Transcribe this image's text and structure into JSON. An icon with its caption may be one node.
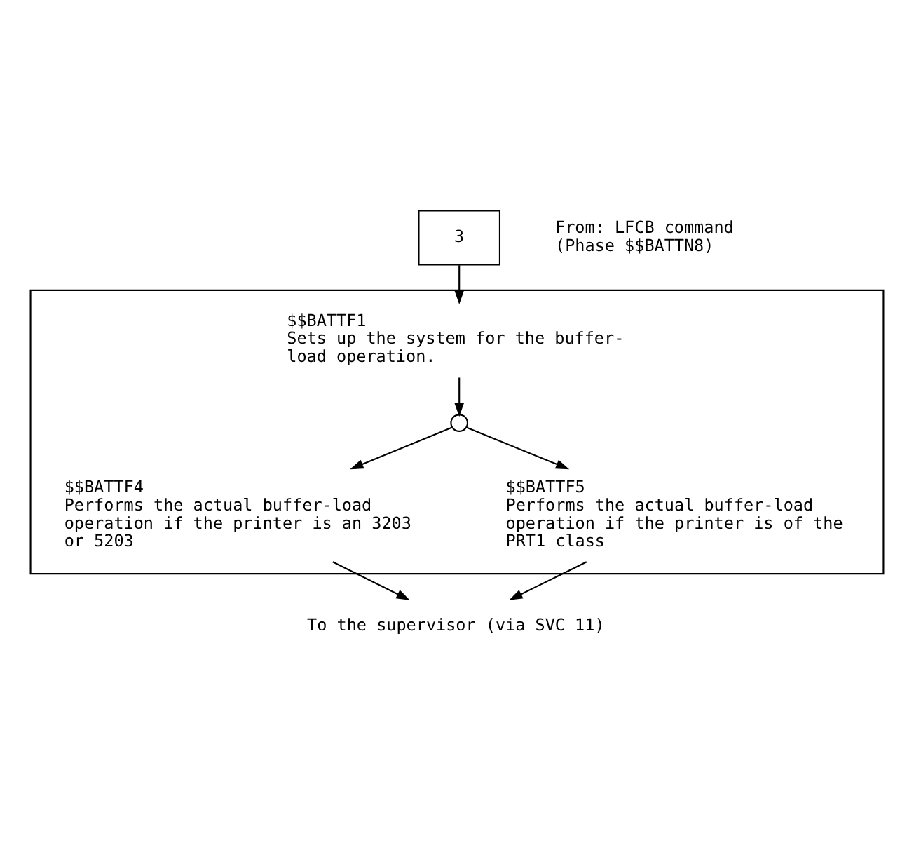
{
  "diagram": {
    "nodes": [
      {
        "text": [
          "3"
        ],
        "beside": [
          "From: LFCB command (Phase $$BATTN8)"
        ]
      },
      {
        "text": [],
        "shape": "box"
      },
      {
        "text": [
          "$$BATTF1",
          "Sets up the system for the buffer-load operation."
        ],
        "in": 1
      },
      {
        "text": [],
        "shape": "circle",
        "in": 1
      },
      {
        "text": [
          "$$BATTF4",
          "Performs the actual buffer-load operation if the printer is an 3203 or 5203"
        ],
        "in": 1
      },
      {
        "text": [
          "$$BATTF5",
          "Performs the actual buffer-load operation if the printer is of the PRT1 class"
        ],
        "in": 1
      },
      {
        "text": [
          "To the supervisor (via SVC 11)"
        ]
      }
    ],
    "edges": [
      {
        "from": 0,
        "to": 2,
        "arrow": "to"
      },
      {
        "from": 2,
        "to": 3,
        "arrow": "to"
      },
      {
        "from": 3,
        "to": 4,
        "arrow": "to"
      },
      {
        "from": 3,
        "to": 5,
        "arrow": "to"
      },
      {
        "from": 4,
        "to": 6,
        "arrow": "to"
      },
      {
        "from": 5,
        "to": 6,
        "arrow": "to"
      }
    ]
  }
}
